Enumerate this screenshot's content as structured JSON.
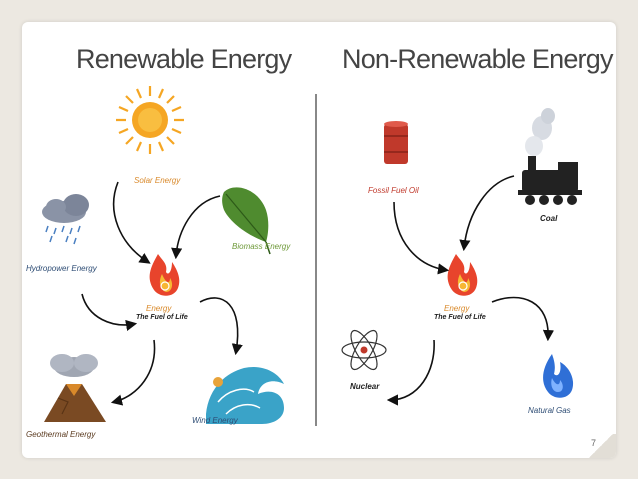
{
  "slide": {
    "page_number": "7"
  },
  "renewable": {
    "title": "Renewable Energy",
    "labels": {
      "solar": "Solar Energy",
      "hydro": "Hydropower Energy",
      "biomass": "Biomass Energy",
      "center": "Energy",
      "center_sub": "The Fuel of Life",
      "geothermal": "Geothermal Energy",
      "wind": "Wind Energy"
    }
  },
  "nonrenewable": {
    "title": "Non-Renewable Energy",
    "labels": {
      "oil": "Fossil Fuel Oil",
      "coal": "Coal",
      "center": "Energy",
      "center_sub": "The Fuel of Life",
      "nuclear": "Nuclear",
      "gas": "Natural Gas"
    }
  },
  "colors": {
    "sun": "#f5a623",
    "flame": "#e8442c",
    "leaf": "#4f8b2f",
    "water": "#3aa3c8",
    "barrel": "#c0392b",
    "gas_flame": "#2f6fd6"
  }
}
